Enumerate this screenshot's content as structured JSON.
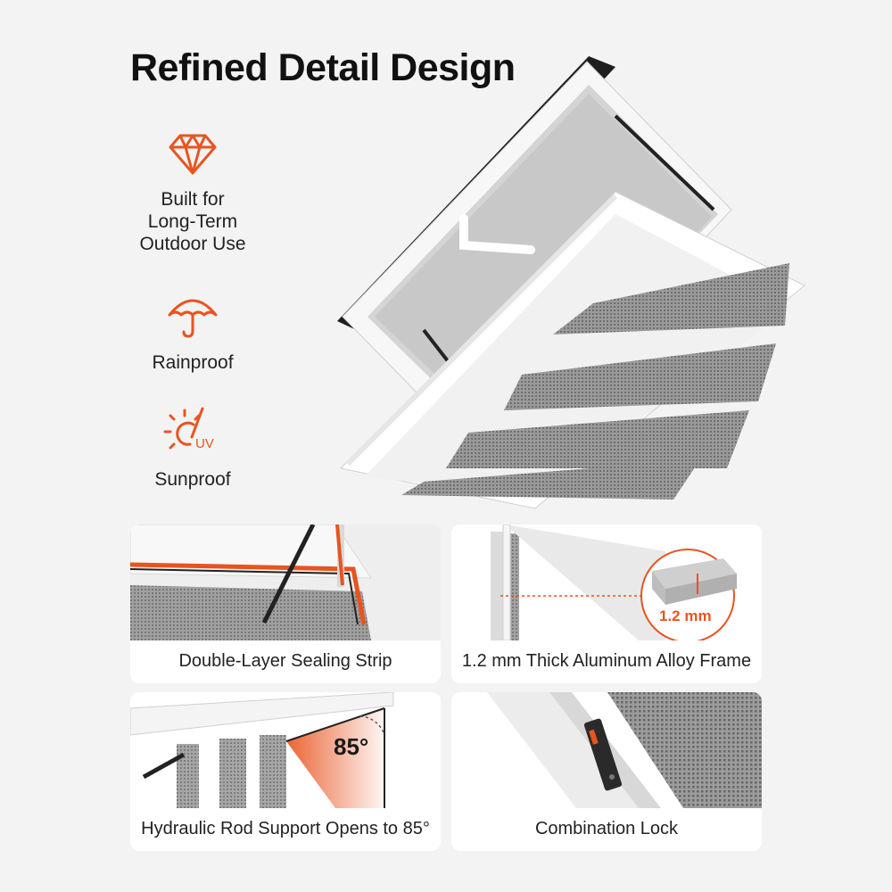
{
  "title": "Refined Detail Design",
  "features": [
    {
      "icon": "diamond-icon",
      "label": "Built for\nLong-Term\nOutdoor Use"
    },
    {
      "icon": "umbrella-icon",
      "label": "Rainproof"
    },
    {
      "icon": "sun-uv-icon",
      "label": "Sunproof",
      "badge": "UV"
    }
  ],
  "cards": [
    {
      "caption": "Double-Layer Sealing Strip"
    },
    {
      "caption": "1.2 mm Thick Aluminum Alloy Frame",
      "callout": "1.2 mm"
    },
    {
      "caption": "Hydraulic Rod Support Opens to 85°",
      "callout": "85°"
    },
    {
      "caption": "Combination Lock"
    }
  ],
  "colors": {
    "accent": "#e8541f",
    "background": "#f3f3f3",
    "frame": "#ffffff",
    "mesh": "#8a8a8a"
  }
}
